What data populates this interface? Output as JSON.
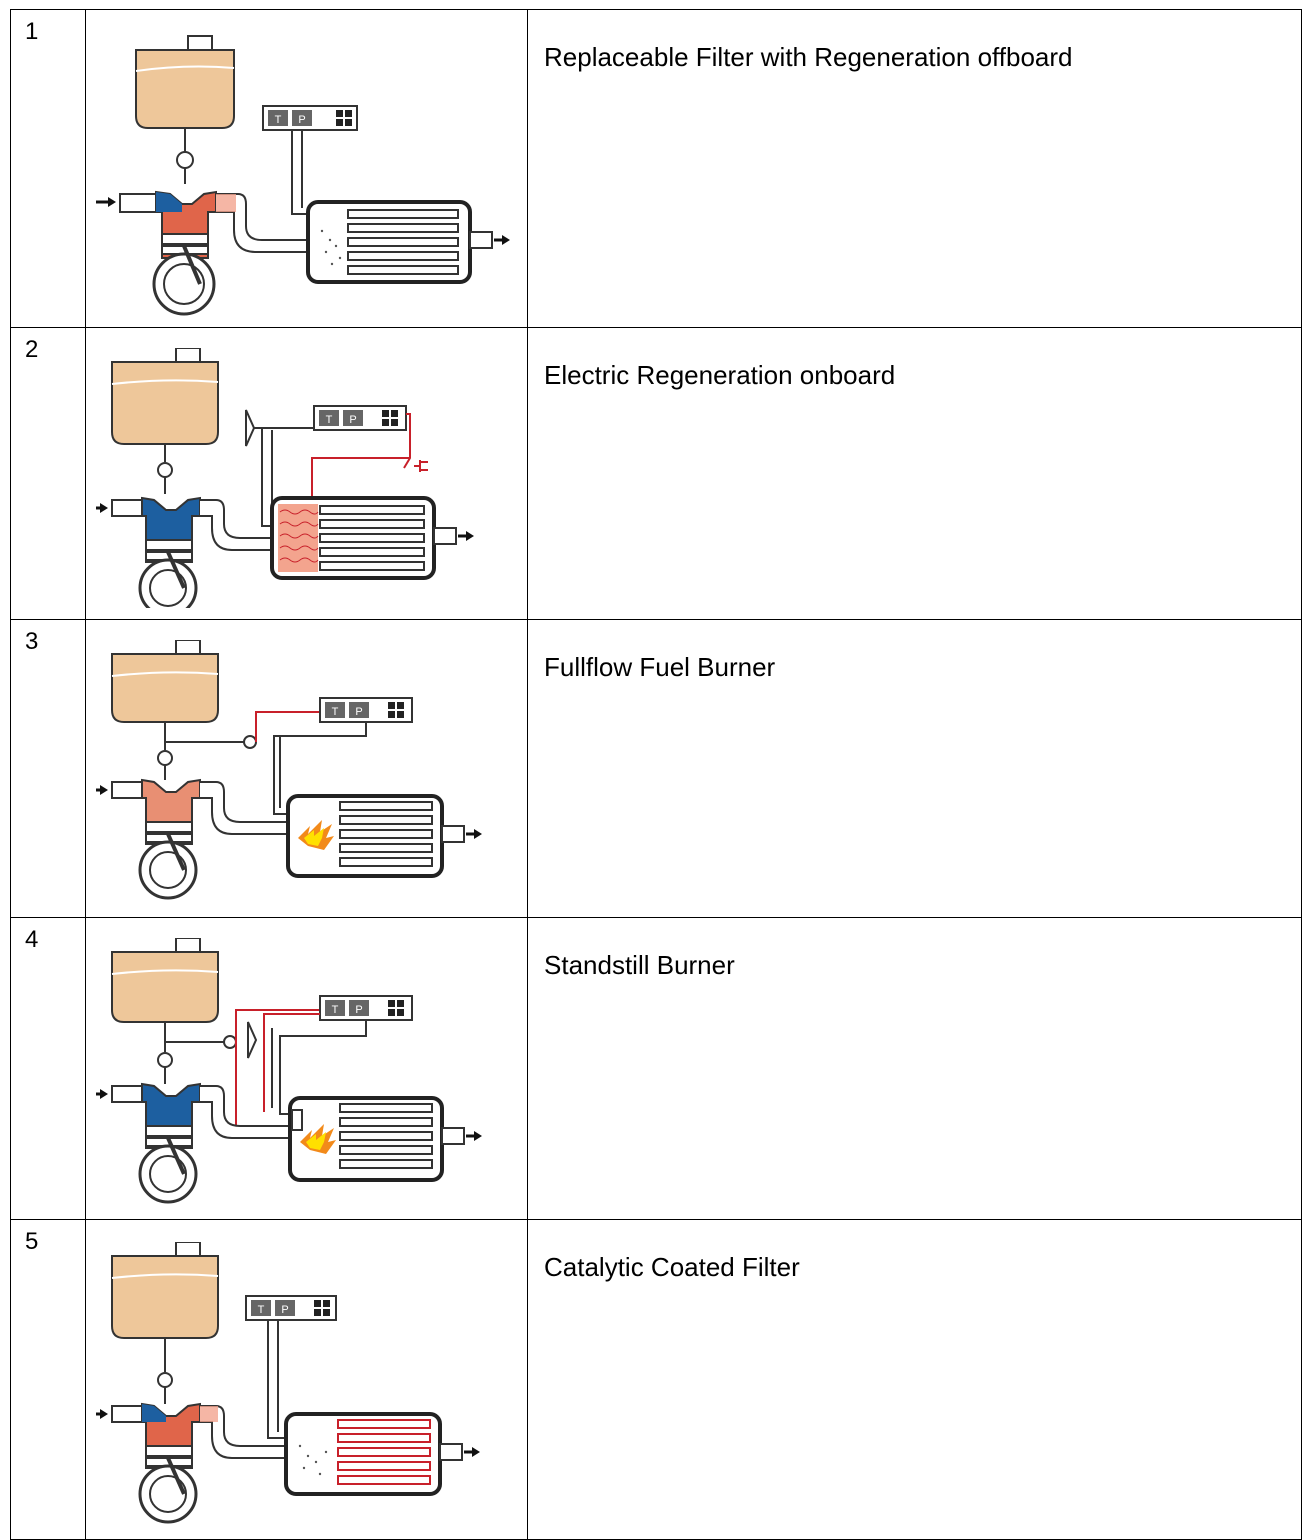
{
  "rows": [
    {
      "number": "1",
      "title": "Replaceable Filter with Regeneration offboard"
    },
    {
      "number": "2",
      "title": "Electric Regeneration onboard"
    },
    {
      "number": "3",
      "title": "Fullflow Fuel Burner"
    },
    {
      "number": "4",
      "title": "Standstill Burner"
    },
    {
      "number": "5",
      "title": "Catalytic Coated Filter"
    }
  ],
  "controller": {
    "t_label": "T",
    "p_label": "P"
  },
  "colors": {
    "fuel": "#eec79a",
    "engine_blue": "#1d5fa0",
    "engine_red": "#e0654a",
    "wire_red": "#c8202a",
    "heater": "#f3a48e",
    "flame": "#f28a1a"
  }
}
